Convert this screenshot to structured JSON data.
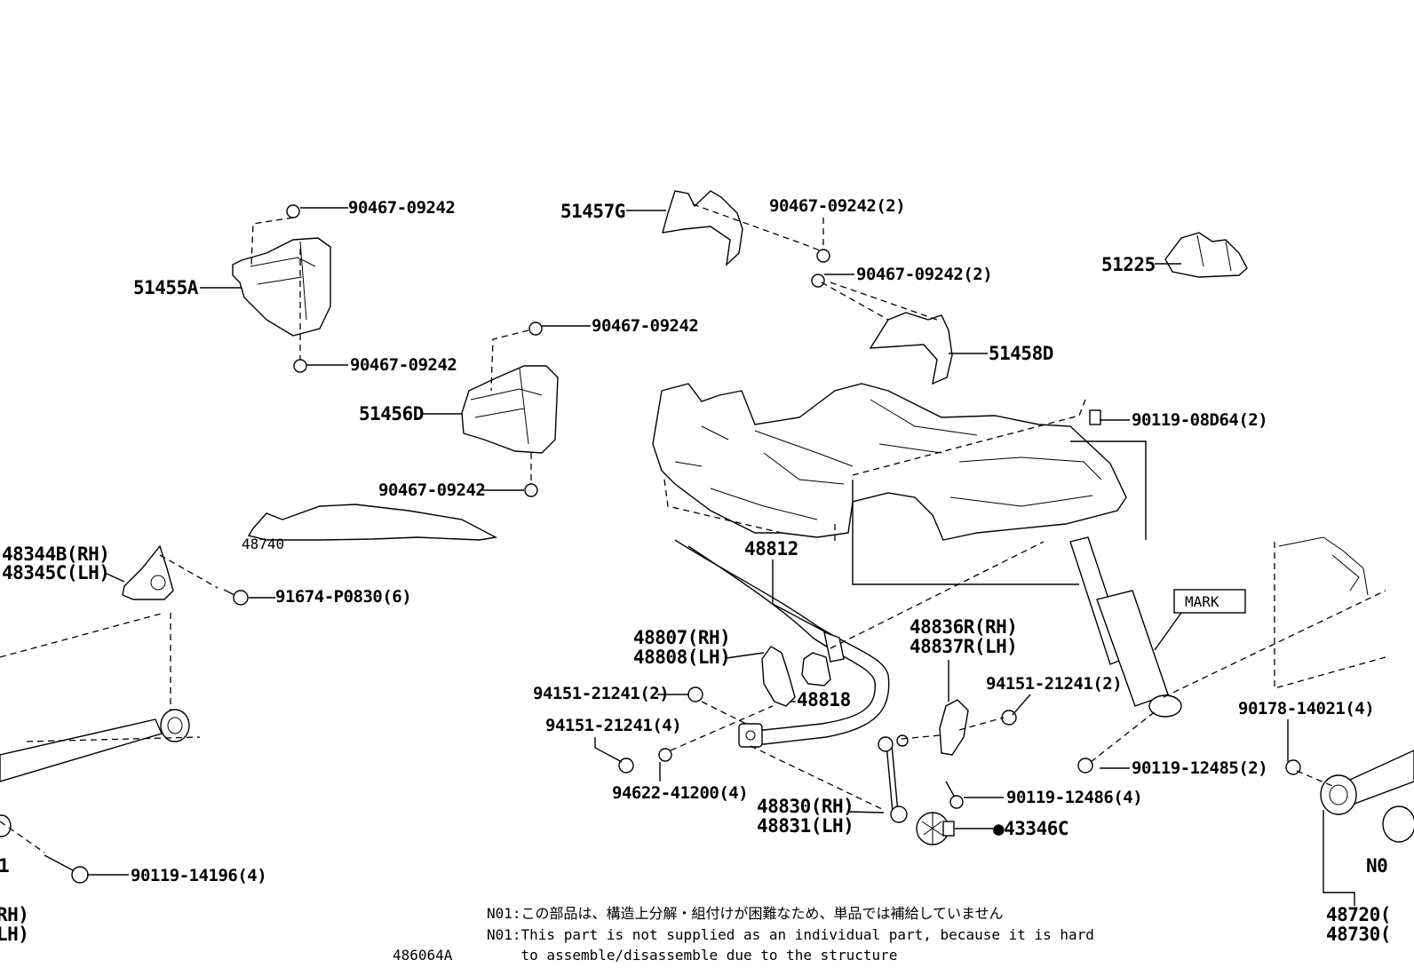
{
  "diagram_code": "486064A",
  "labels": {
    "l_51457G": "51457G",
    "l_90467_09242_2a": "90467-09242(2)",
    "l_90467_09242_2b": "90467-09242(2)",
    "l_51225": "51225",
    "l_90467_09242_t": "90467-09242",
    "l_51455A": "51455A",
    "l_90467_09242_b": "90467-09242",
    "l_90467_09242_m": "90467-09242",
    "l_51458D": "51458D",
    "l_51456D": "51456D",
    "l_90119_08D64": "90119-08D64(2)",
    "l_90467_09242_c": "90467-09242",
    "l_48344B": "48344B(RH)",
    "l_48345C": "48345C(LH)",
    "l_48812": "48812",
    "l_91674": "91674-P0830(6)",
    "l_mark": "MARK",
    "l_48836R": "48836R(RH)",
    "l_48837R": "48837R(LH)",
    "l_48807": "48807(RH)",
    "l_48808": "48808(LH)",
    "l_94151_2a": "94151-21241(2)",
    "l_94151_2b": "94151-21241(2)",
    "l_48818": "48818",
    "l_90178": "90178-14021(4)",
    "l_94151_4": "94151-21241(4)",
    "l_90119_12485": "90119-12485(2)",
    "l_94622": "94622-41200(4)",
    "l_90119_12486": "90119-12486(4)",
    "l_48830": "48830(RH)",
    "l_48831": "48831(LH)",
    "l_43346C": "●43346C",
    "l_90119_14196": "90119-14196(4)",
    "l_n01_right": "N0",
    "l_48720": "48720(",
    "l_48730": "48730(",
    "l_rh_left": "RH)",
    "l_lh_left": "LH)",
    "l_1_left": "1",
    "l_48740": "48740"
  },
  "notes": {
    "jp": "N01:この部品は、構造上分解・組付けが困難なため、単品では補給していません",
    "en1": "N01:This part is not supplied as an individual part, because it is hard",
    "en2": "    to assemble/disassemble due to the structure"
  }
}
